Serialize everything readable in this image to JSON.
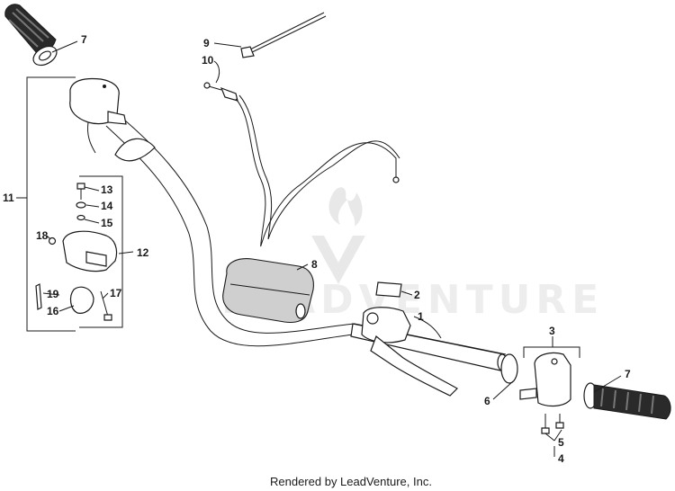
{
  "diagram": {
    "callouts": [
      "7",
      "9",
      "10",
      "11",
      "13",
      "14",
      "15",
      "18",
      "12",
      "19",
      "16",
      "17",
      "8",
      "2",
      "1",
      "3",
      "7",
      "6",
      "5",
      "4"
    ],
    "watermark": "LEADVENTURE",
    "footer": "Rendered by LeadVenture, Inc."
  }
}
